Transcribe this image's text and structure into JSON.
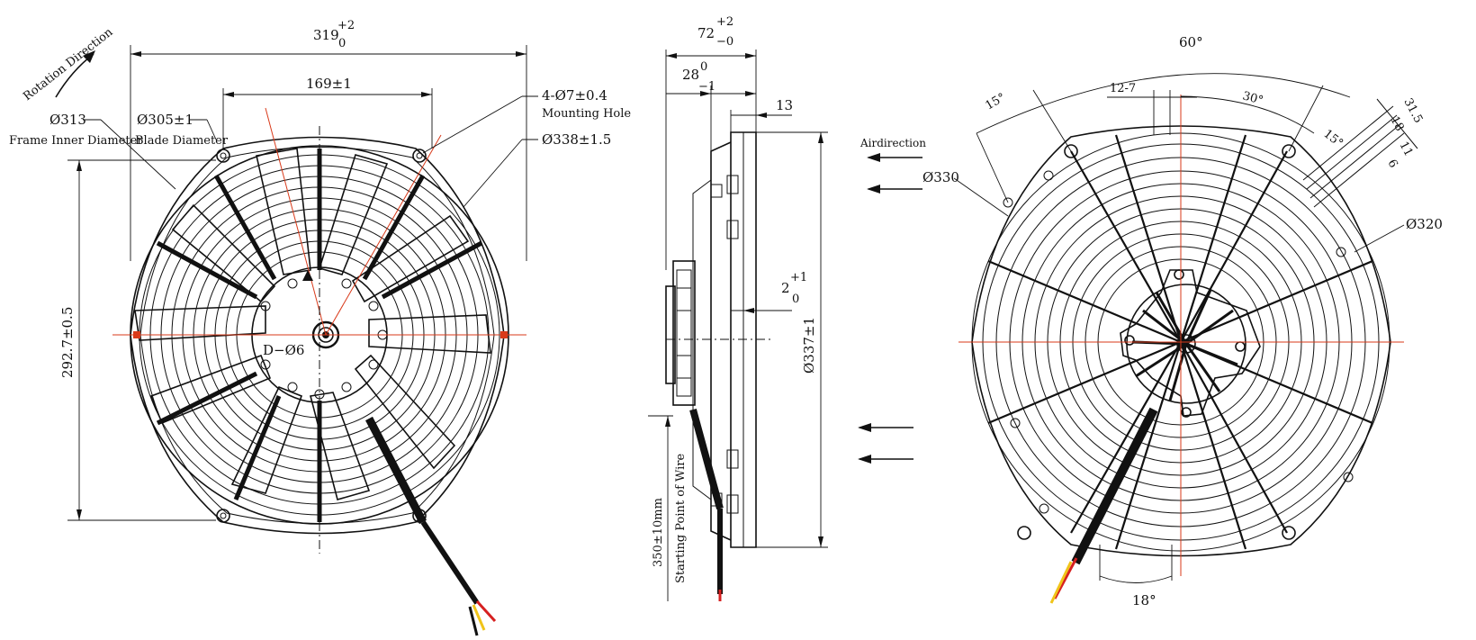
{
  "front_view": {
    "rotation_direction": "Rotation Direction",
    "overall_width": {
      "base": "319",
      "upper": "+2",
      "lower": "0"
    },
    "hub_span": "169±1",
    "mounting_hole": {
      "label": "4-Ø7±0.4",
      "caption": "Mounting Hole"
    },
    "frame_inner": {
      "label": "Ø313",
      "caption": "Frame Inner Diameter"
    },
    "blade": {
      "label": "Ø305±1",
      "caption": "Blade Diameter"
    },
    "outer": {
      "label": "Ø338±1.5"
    },
    "height": "292.7±0.5",
    "shaft": "D−Ø6"
  },
  "side_view": {
    "overall_depth": {
      "base": "72",
      "upper": "+2",
      "lower": "−0"
    },
    "motor_depth": {
      "base": "28",
      "upper": "0",
      "lower": "−1"
    },
    "flange": "13",
    "gap": {
      "base": "2",
      "upper": "+1",
      "lower": "0"
    },
    "diameter": "Ø337±1",
    "wire": {
      "length": "350±10mm",
      "caption": "Starting Point of Wire"
    },
    "air_direction": "Airdirection"
  },
  "rear_view": {
    "angle_top": "60°",
    "angle_left": "15°",
    "angle_mid": "30°",
    "angle_right": "15°",
    "angle_bottom": "18°",
    "spoke_dim": "12-7",
    "outer": "Ø330",
    "inner": "Ø320",
    "connector": [
      "31.5",
      "18",
      "11",
      "6"
    ]
  },
  "colors": {
    "line": "#111111",
    "centerline": "#d93a1a",
    "wire_red": "#d62020",
    "wire_yellow": "#f0c419",
    "wire_black": "#111111"
  }
}
